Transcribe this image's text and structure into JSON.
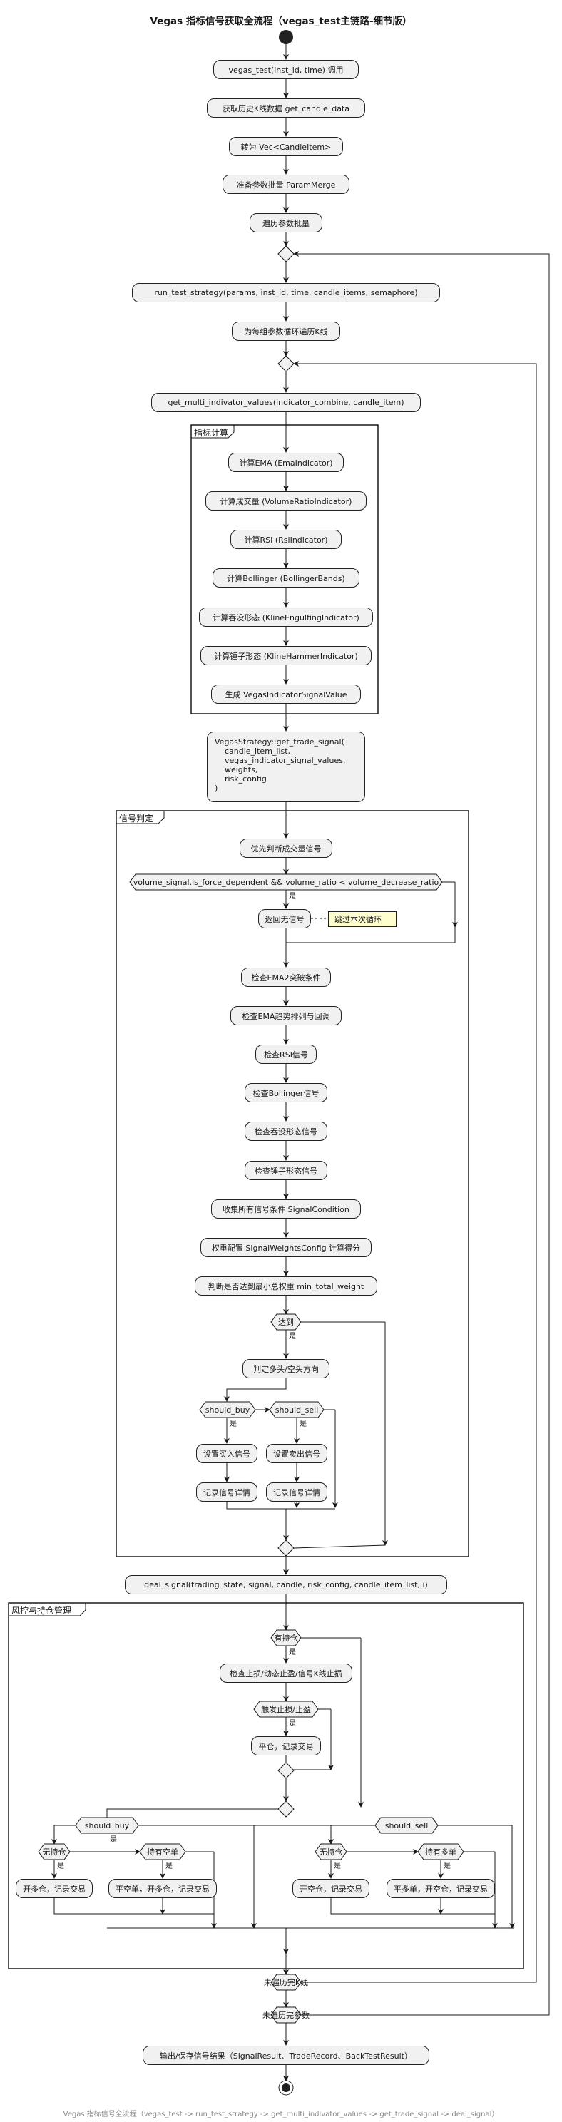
{
  "title": "Vegas 指标信号获取全流程（vegas_test主链路-细节版）",
  "footer": "Vegas 指标信号全流程（vegas_test -> run_test_strategy -> get_multi_indivator_values -> get_trade_signal -> deal_signal）",
  "groups": {
    "indicator": "指标计算",
    "signal": "信号判定",
    "risk": "风控与持仓管理"
  },
  "activities": {
    "a1": "vegas_test(inst_id, time) 调用",
    "a2": "获取历史K线数据 get_candle_data",
    "a3": "转为 Vec<CandleItem>",
    "a4": "准备参数批量 ParamMerge",
    "a5": "遍历参数批量",
    "a6": "run_test_strategy(params, inst_id, time, candle_items, semaphore)",
    "a7": "为每组参数循环遍历K线",
    "a8": "get_multi_indivator_values(indicator_combine, candle_item)",
    "i1": "计算EMA (EmaIndicator)",
    "i2": "计算成交量 (VolumeRatioIndicator)",
    "i3": "计算RSI (RsiIndicator)",
    "i4": "计算Bollinger (BollingerBands)",
    "i5": "计算吞没形态 (KlineEngulfingIndicator)",
    "i6": "计算锤子形态 (KlineHammerIndicator)",
    "i7": "生成 VegasIndicatorSignalValue",
    "gts": "VegasStrategy::get_trade_signal(\n    candle_item_list,\n    vegas_indicator_signal_values,\n    weights,\n    risk_config\n)",
    "s1": "优先判断成交量信号",
    "s2": "返回无信号",
    "s3": "检查EMA2突破条件",
    "s4": "检查EMA趋势排列与回调",
    "s5": "检查RSI信号",
    "s6": "检查Bollinger信号",
    "s7": "检查吞没形态信号",
    "s8": "检查锤子形态信号",
    "s9": "收集所有信号条件 SignalCondition",
    "s10": "权重配置 SignalWeightsConfig 计算得分",
    "s11": "判断是否达到最小总权重 min_total_weight",
    "s12": "判定多头/空头方向",
    "s13": "设置买入信号",
    "s14": "记录信号详情",
    "s15": "设置卖出信号",
    "s16": "记录信号详情",
    "ds": "deal_signal(trading_state, signal, candle, risk_config, candle_item_list, i)",
    "r1": "检查止损/动态止盈/信号K线止损",
    "r2": "平仓，记录交易",
    "r3": "开多仓，记录交易",
    "r4": "平空单，开多仓，记录交易",
    "r5": "开空仓，记录交易",
    "r6": "平多单，开空仓，记录交易",
    "end1": "输出/保存信号结果（SignalResult、TradeRecord、BackTestResult）"
  },
  "decisions": {
    "vol": "volume_signal.is_force_dependent && volume_ratio < volume_decrease_ratio",
    "reach": "达到",
    "buy1": "should_buy",
    "sell1": "should_sell",
    "pos": "有持仓",
    "sl": "触发止损/止盈",
    "buy2": "should_buy",
    "sell2": "should_sell",
    "nopos1": "无持仓",
    "short": "持有空单",
    "nopos2": "无持仓",
    "long": "持有多单",
    "loopk": "未遍历完K线",
    "loopp": "未遍历完参数"
  },
  "note": "跳过本次循环",
  "yes": "是"
}
